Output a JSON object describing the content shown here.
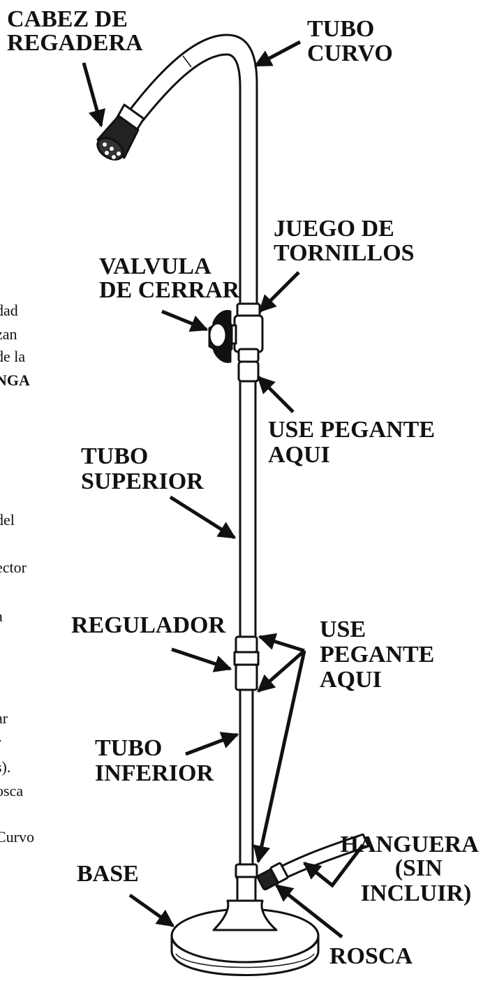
{
  "labels": {
    "shower_head": [
      "CABEZ DE",
      "REGADERA"
    ],
    "curved_tube": [
      "TUBO",
      "CURVO"
    ],
    "screw_set": [
      "JUEGO DE",
      "TORNILLOS"
    ],
    "shutoff_valve": [
      "VALVULA",
      "DE CERRAR"
    ],
    "glue_here_1": [
      "USE PEGANTE",
      "AQUI"
    ],
    "upper_tube": [
      "TUBO",
      "SUPERIOR"
    ],
    "regulator": [
      "REGULADOR"
    ],
    "glue_here_2": [
      "USE",
      "PEGANTE",
      "AQUI"
    ],
    "lower_tube": [
      "TUBO",
      "INFERIOR"
    ],
    "hose": [
      "HANGUERA",
      "(SIN",
      "INCLUIR)"
    ],
    "base": [
      "BASE"
    ],
    "thread": [
      "ROSCA"
    ]
  },
  "side_text": {
    "line1": "dad",
    "line2": "zan",
    "line3": "de la",
    "line4": "NGA",
    "line5": "del",
    "line6": "ector",
    "line7": "a",
    "line8": "ar",
    "line9": "r",
    "line10": "s).",
    "line11": "osca",
    "line12": "Curvo",
    "line13": "."
  }
}
